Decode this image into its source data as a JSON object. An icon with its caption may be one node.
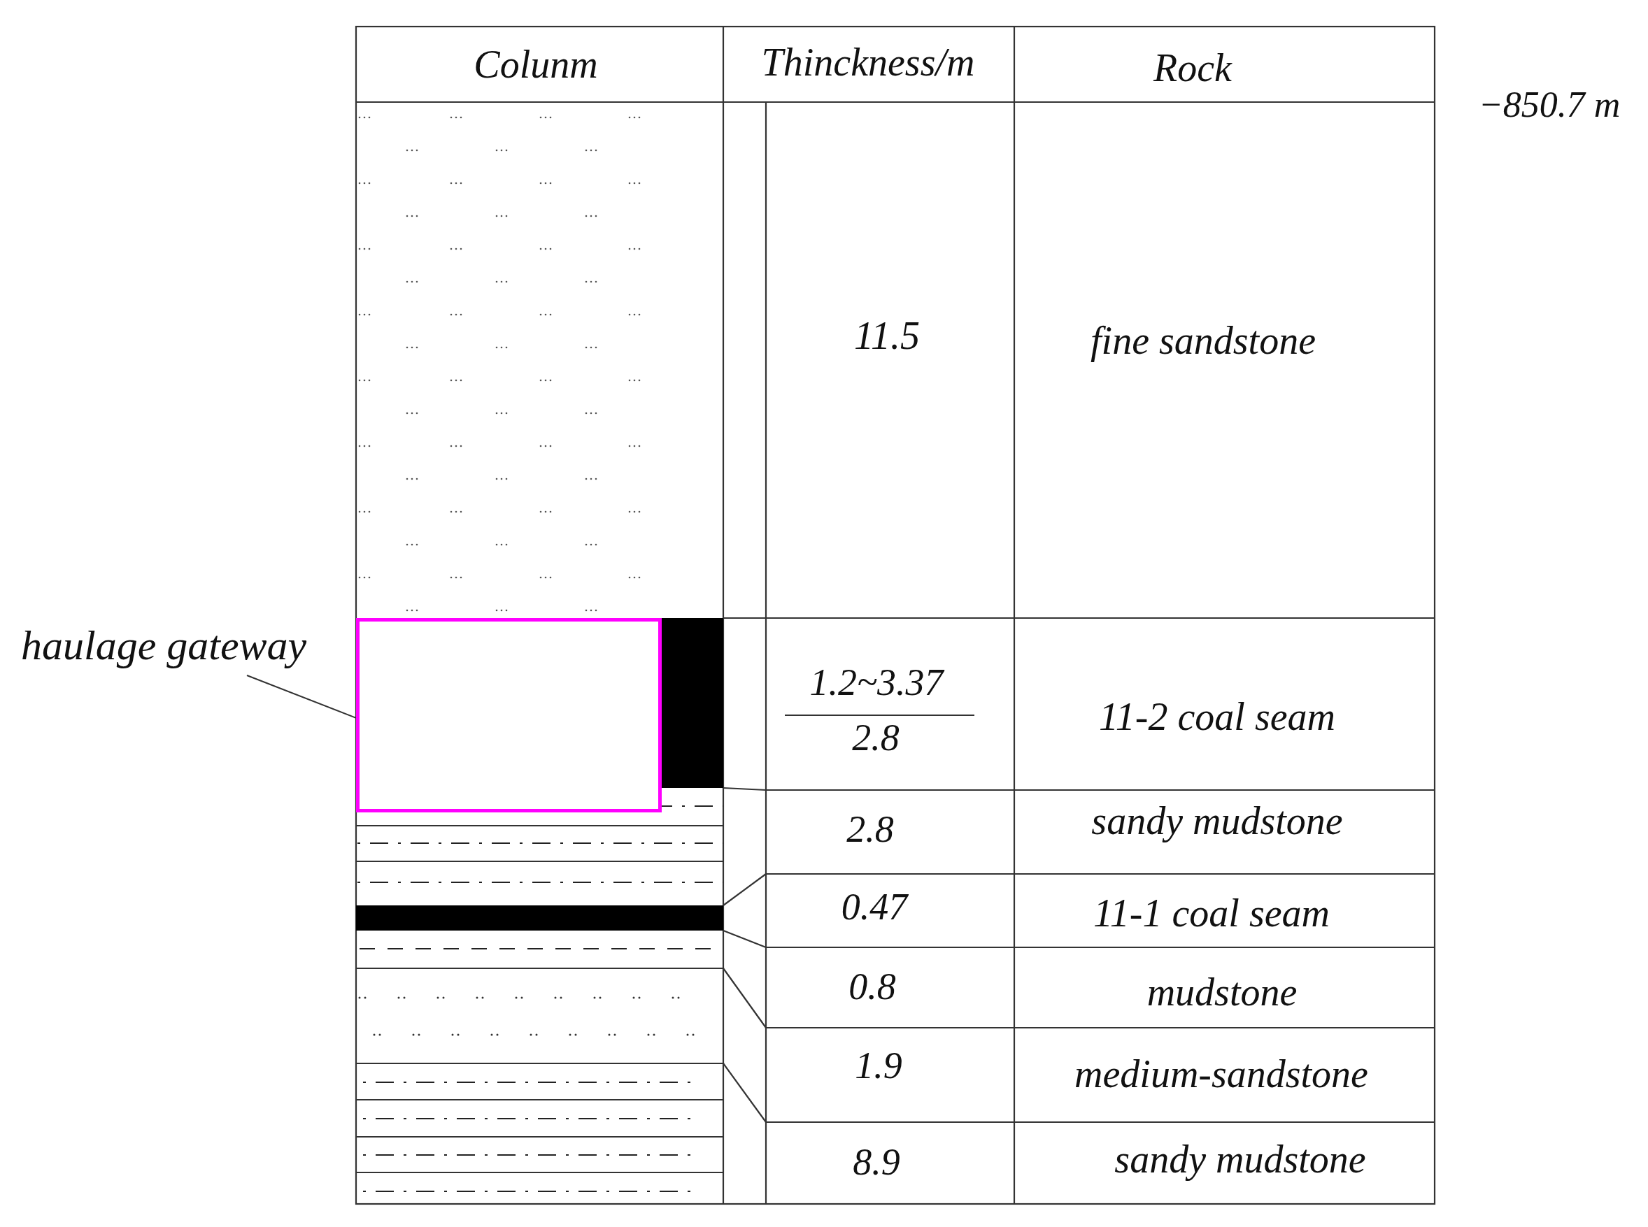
{
  "diagram": {
    "nodes": [
      {
        "text": [
          "haulage gateway"
        ]
      },
      {
        "text": [],
        "shape": "box"
      }
    ],
    "edges": [
      {
        "from": 0,
        "to": 1,
        "arrow": "none"
      }
    ],
    "labels": [
      "Colunm",
      "Thinckness/m",
      "Rock",
      "−850.7 m",
      "11.5",
      "fine sandstone",
      "1.2~3.37",
      "2.8",
      "11-2 coal seam",
      "2.8",
      "sandy mudstone",
      "0.47",
      "11-1 coal seam",
      "0.8",
      "mudstone",
      "1.9",
      "medium-sandstone",
      "8.9",
      "sandy mudstone"
    ]
  }
}
